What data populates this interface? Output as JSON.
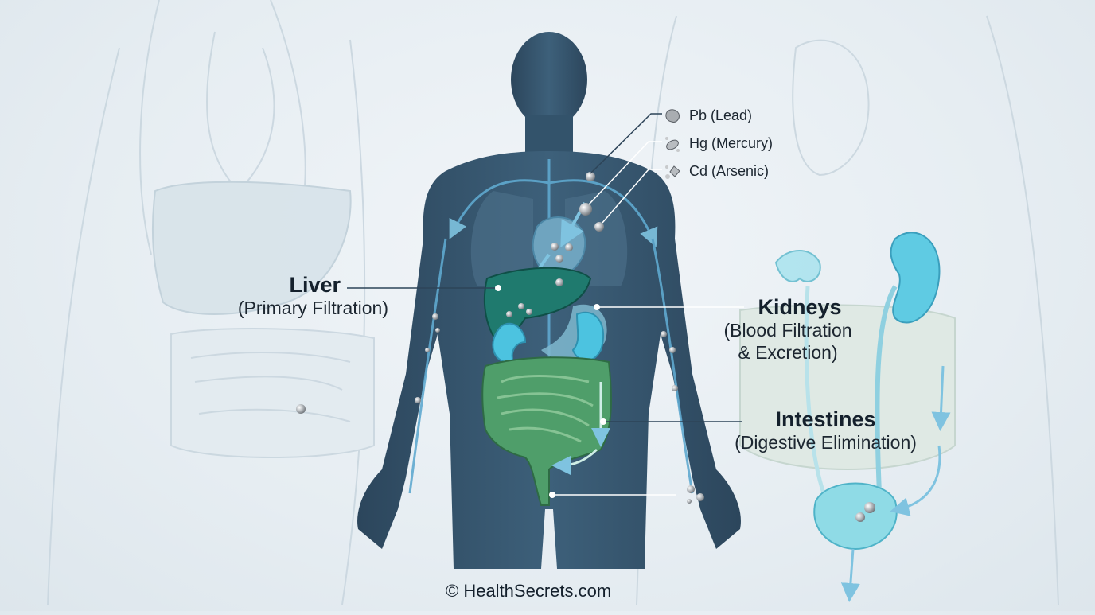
{
  "diagram": {
    "subject": "Heavy metal detoxification pathways in the human body",
    "legend": [
      {
        "symbol": "Pb",
        "name": "Lead",
        "label": "Pb (Lead)",
        "icon": "metal-nugget-icon"
      },
      {
        "symbol": "Hg",
        "name": "Mercury",
        "label": "Hg (Mercury)",
        "icon": "metal-droplets-icon"
      },
      {
        "symbol": "Cd",
        "name": "Arsenic",
        "label": "Cd (Arsenic)",
        "icon": "metal-particles-icon"
      }
    ],
    "organs": {
      "liver": {
        "title": "Liver",
        "subtitle": "(Primary Filtration)",
        "color": "#1f7a6e"
      },
      "kidneys": {
        "title": "Kidneys",
        "subtitle_line1": "(Blood Filtration",
        "subtitle_line2": "& Excretion)",
        "color": "#4cc3e0"
      },
      "intestines": {
        "title": "Intestines",
        "subtitle": "(Digestive Elimination)",
        "color": "#4f9e6a"
      }
    },
    "footer": "© HealthSecrets.com",
    "colors": {
      "body_silhouette": "#34536b",
      "vessels": "#5fa9cf",
      "background": "#e8eef2",
      "text": "#14202c"
    }
  }
}
